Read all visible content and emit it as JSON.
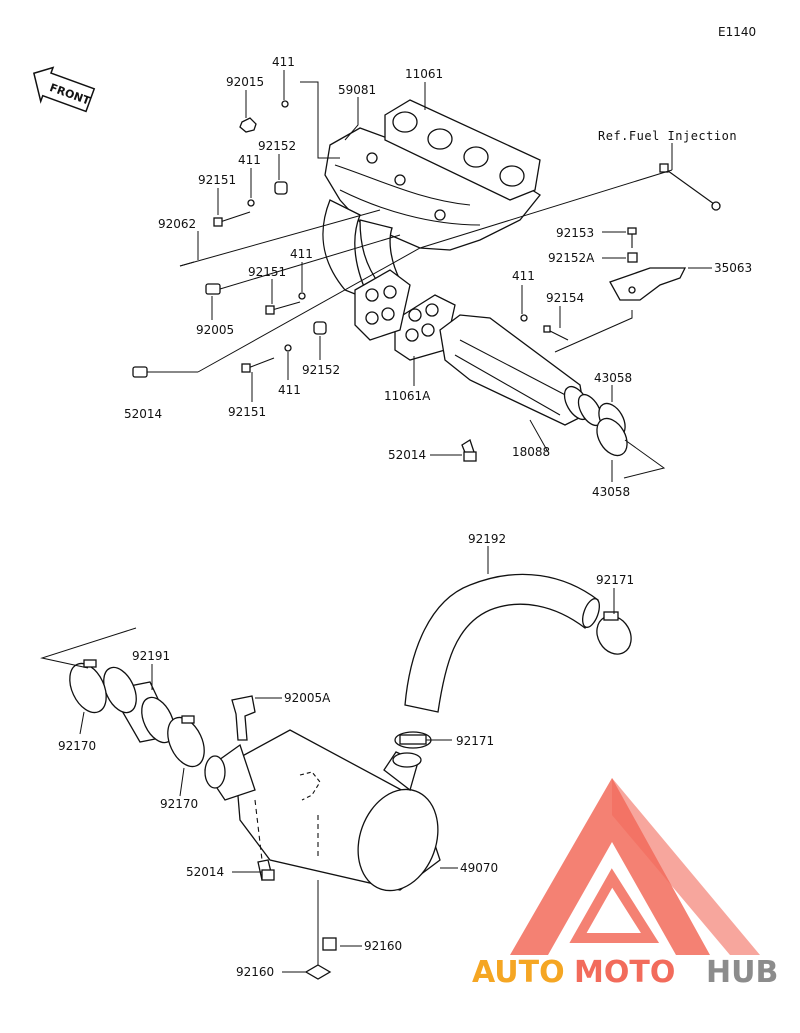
{
  "diagram_code": "E1140",
  "front_label": "FRONT",
  "ref_label": "Ref.Fuel Injection",
  "labels": {
    "l411_a": "411",
    "l92015": "92015",
    "l11061": "11061",
    "l59081": "59081",
    "l92152_a": "92152",
    "l411_b": "411",
    "l92151_a": "92151",
    "l92062": "92062",
    "l92151_b": "92151",
    "l411_c": "411",
    "l92005": "92005",
    "l92152_b": "92152",
    "l52014_a": "52014",
    "l92151_c": "92151",
    "l411_d": "411",
    "l11061A": "11061A",
    "l92153": "92153",
    "l92152A": "92152A",
    "l35063": "35063",
    "l411_e": "411",
    "l92154": "92154",
    "l43058_a": "43058",
    "l43058_b": "43058",
    "l52014_b": "52014",
    "l18088": "18088",
    "l92192": "92192",
    "l92171_a": "92171",
    "l92191": "92191",
    "l92005A": "92005A",
    "l92171_b": "92171",
    "l92170_a": "92170",
    "l92170_b": "92170",
    "l52014_c": "52014",
    "l49070": "49070",
    "l92160_a": "92160",
    "l92160_b": "92160"
  },
  "watermark": {
    "part1": "AUTO",
    "part2": "MOTO",
    "part3": "HUB"
  },
  "colors": {
    "watermark_red": "#f26b5b",
    "watermark_orange": "#f5a623",
    "watermark_gray": "#8c8c8c",
    "line": "#111111"
  }
}
